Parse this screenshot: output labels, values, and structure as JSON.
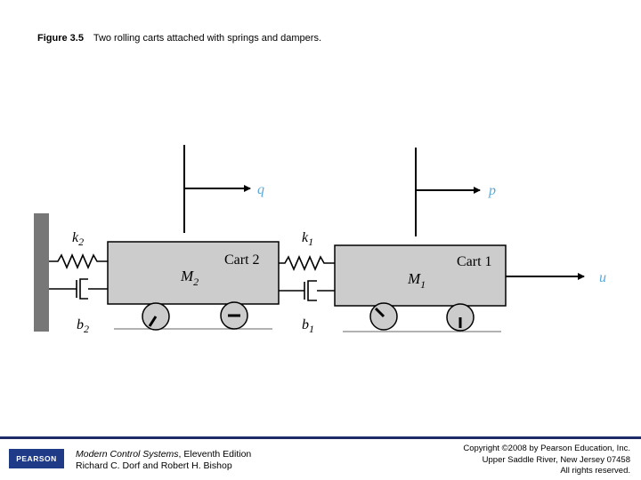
{
  "caption": {
    "figure_number": "Figure 3.5",
    "text": "Two rolling carts attached with springs and dampers."
  },
  "diagram": {
    "cart2": {
      "label": "Cart 2",
      "mass": "M",
      "mass_sub": "2"
    },
    "cart1": {
      "label": "Cart 1",
      "mass": "M",
      "mass_sub": "1"
    },
    "spring2": {
      "symbol": "k",
      "sub": "2"
    },
    "spring1": {
      "symbol": "k",
      "sub": "1"
    },
    "damper2": {
      "symbol": "b",
      "sub": "2"
    },
    "damper1": {
      "symbol": "b",
      "sub": "1"
    },
    "pos_q": "q",
    "pos_p": "p",
    "input_u": "u",
    "colors": {
      "cart_fill": "#cccccc",
      "label_blue": "#5aa9d6",
      "wall": "#777777",
      "line": "#000000"
    }
  },
  "footer": {
    "logo": "PEARSON",
    "book_title": "Modern Control Systems",
    "book_edition": ", Eleventh Edition",
    "book_authors": "Richard C. Dorf and Robert H. Bishop",
    "copyright_line1": "Copyright ©2008 by Pearson Education, Inc.",
    "copyright_line2": "Upper Saddle River, New Jersey 07458",
    "copyright_line3": "All rights reserved."
  }
}
